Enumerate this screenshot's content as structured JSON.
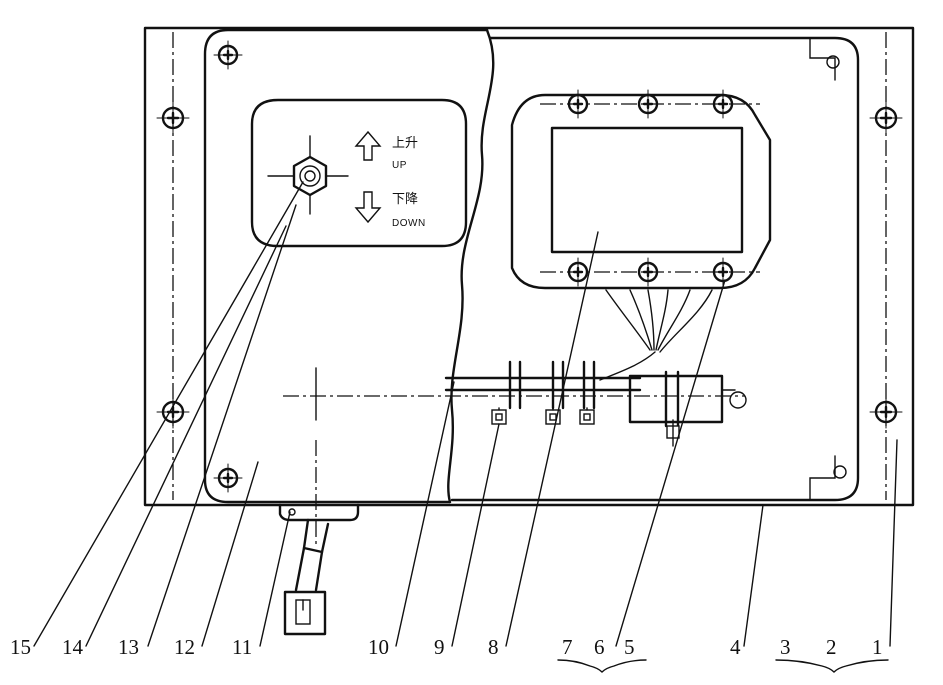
{
  "panel": {
    "up_cn": "上升",
    "up_en": "UP",
    "down_cn": "下降",
    "down_en": "DOWN"
  },
  "callouts": [
    "15",
    "14",
    "13",
    "12",
    "11",
    "10",
    "9",
    "8",
    "7",
    "6",
    "5",
    "4",
    "3",
    "2",
    "1"
  ]
}
